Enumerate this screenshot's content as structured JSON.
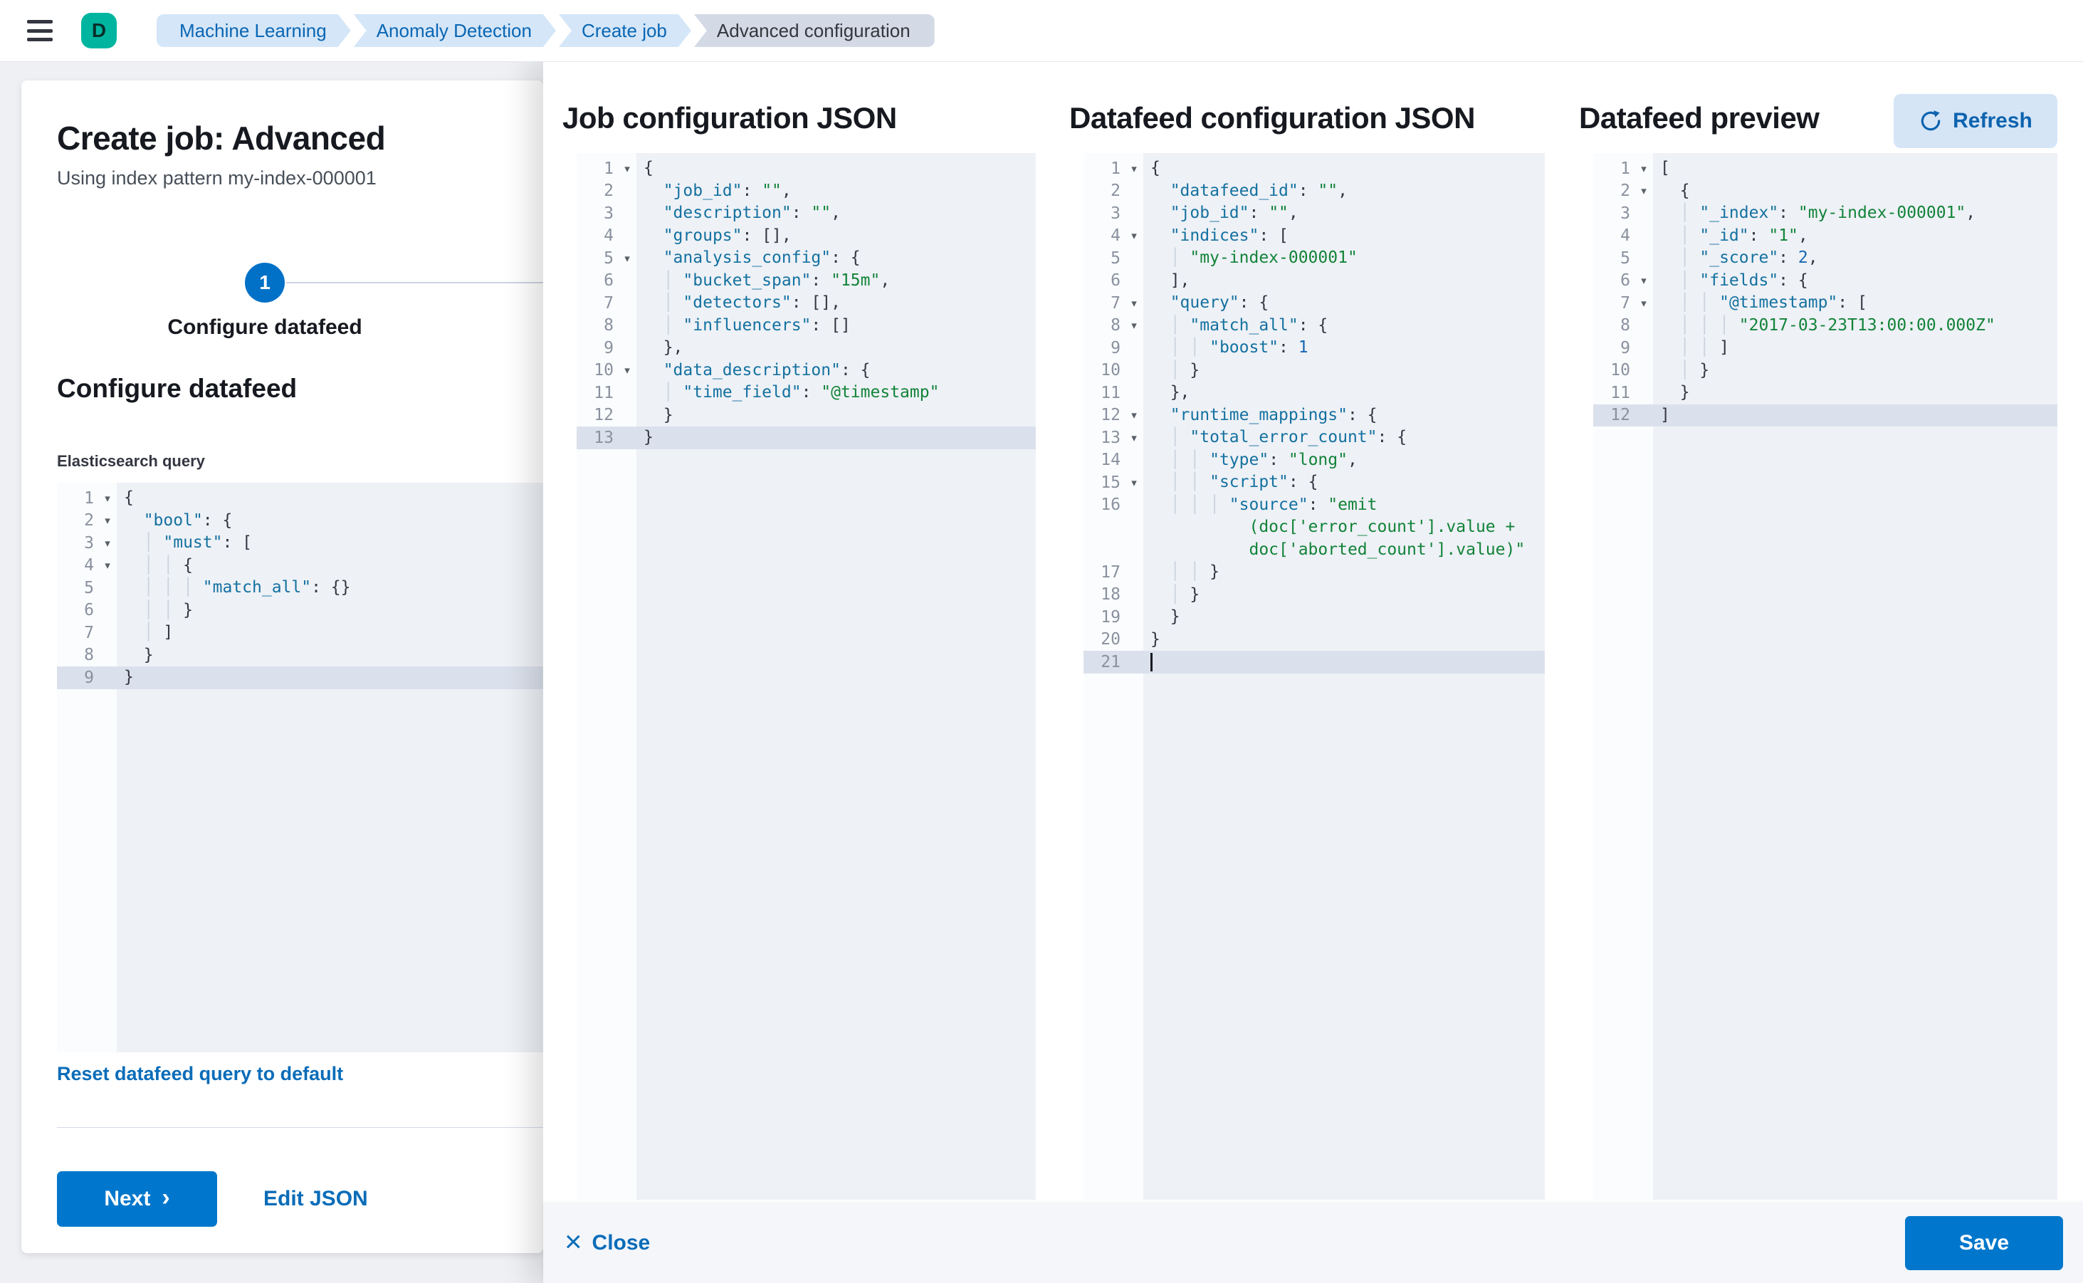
{
  "topbar": {
    "avatar": "D",
    "breadcrumbs": [
      {
        "label": "Machine Learning"
      },
      {
        "label": "Anomaly Detection"
      },
      {
        "label": "Create job"
      },
      {
        "label": "Advanced configuration"
      }
    ]
  },
  "left_panel": {
    "title": "Create job: Advanced",
    "subtitle": "Using index pattern my-index-000001",
    "step": {
      "number": "1",
      "label": "Configure datafeed"
    },
    "section_heading": "Configure datafeed",
    "query_label": "Elasticsearch query",
    "reset_link": "Reset datafeed query to default",
    "next_button": "Next",
    "next_chevron": "›",
    "edit_json_link": "Edit JSON"
  },
  "flyout": {
    "columns": [
      {
        "heading": "Job configuration JSON"
      },
      {
        "heading": "Datafeed configuration JSON"
      },
      {
        "heading": "Datafeed preview"
      }
    ],
    "refresh_button": "Refresh",
    "footer": {
      "close_label": "Close",
      "close_icon": "×",
      "save_label": "Save"
    }
  },
  "colors": {
    "primary": "#0077cc",
    "link": "#0a6cb8",
    "breadcrumb_bg": "#d4e6f8",
    "breadcrumb_last_bg": "#d3dae6",
    "avatar_bg": "#00b5a0",
    "editor_bg": "#eef1f6",
    "active_line": "#dbe1ec",
    "token_key": "#1471a0",
    "token_string": "#128339",
    "token_number": "#1467b3"
  },
  "editors": {
    "esQuery": [
      {
        "n": "1",
        "fold": true,
        "i": 0,
        "t": [
          [
            "p",
            "{"
          ]
        ]
      },
      {
        "n": "2",
        "fold": true,
        "i": 2,
        "t": [
          [
            "k",
            "\"bool\""
          ],
          [
            "p",
            ": {"
          ]
        ]
      },
      {
        "n": "3",
        "fold": true,
        "i": 4,
        "t": [
          [
            "k",
            "\"must\""
          ],
          [
            "p",
            ": ["
          ]
        ]
      },
      {
        "n": "4",
        "fold": true,
        "i": 6,
        "t": [
          [
            "p",
            "{"
          ]
        ]
      },
      {
        "n": "5",
        "i": 8,
        "t": [
          [
            "k",
            "\"match_all\""
          ],
          [
            "p",
            ": {}"
          ]
        ]
      },
      {
        "n": "6",
        "i": 6,
        "t": [
          [
            "p",
            "}"
          ]
        ]
      },
      {
        "n": "7",
        "i": 4,
        "t": [
          [
            "p",
            "]"
          ]
        ]
      },
      {
        "n": "8",
        "i": 2,
        "t": [
          [
            "p",
            "}"
          ]
        ]
      },
      {
        "n": "9",
        "i": 0,
        "active": true,
        "t": [
          [
            "p",
            "}"
          ]
        ]
      }
    ],
    "jobConfig": [
      {
        "n": "1",
        "fold": true,
        "i": 0,
        "t": [
          [
            "p",
            "{"
          ]
        ]
      },
      {
        "n": "2",
        "i": 2,
        "t": [
          [
            "k",
            "\"job_id\""
          ],
          [
            "p",
            ": "
          ],
          [
            "s",
            "\"\""
          ],
          [
            "p",
            ","
          ]
        ]
      },
      {
        "n": "3",
        "i": 2,
        "t": [
          [
            "k",
            "\"description\""
          ],
          [
            "p",
            ": "
          ],
          [
            "s",
            "\"\""
          ],
          [
            "p",
            ","
          ]
        ]
      },
      {
        "n": "4",
        "i": 2,
        "t": [
          [
            "k",
            "\"groups\""
          ],
          [
            "p",
            ": [],"
          ]
        ]
      },
      {
        "n": "5",
        "fold": true,
        "i": 2,
        "t": [
          [
            "k",
            "\"analysis_config\""
          ],
          [
            "p",
            ": {"
          ]
        ]
      },
      {
        "n": "6",
        "i": 4,
        "t": [
          [
            "k",
            "\"bucket_span\""
          ],
          [
            "p",
            ": "
          ],
          [
            "s",
            "\"15m\""
          ],
          [
            "p",
            ","
          ]
        ]
      },
      {
        "n": "7",
        "i": 4,
        "t": [
          [
            "k",
            "\"detectors\""
          ],
          [
            "p",
            ": [],"
          ]
        ]
      },
      {
        "n": "8",
        "i": 4,
        "t": [
          [
            "k",
            "\"influencers\""
          ],
          [
            "p",
            ": []"
          ]
        ]
      },
      {
        "n": "9",
        "i": 2,
        "t": [
          [
            "p",
            "},"
          ]
        ]
      },
      {
        "n": "10",
        "fold": true,
        "i": 2,
        "t": [
          [
            "k",
            "\"data_description\""
          ],
          [
            "p",
            ": {"
          ]
        ]
      },
      {
        "n": "11",
        "i": 4,
        "t": [
          [
            "k",
            "\"time_field\""
          ],
          [
            "p",
            ": "
          ],
          [
            "s",
            "\"@timestamp\""
          ]
        ]
      },
      {
        "n": "12",
        "i": 2,
        "t": [
          [
            "p",
            "}"
          ]
        ]
      },
      {
        "n": "13",
        "i": 0,
        "active": true,
        "t": [
          [
            "p",
            "}"
          ]
        ]
      }
    ],
    "datafeedConfig": [
      {
        "n": "1",
        "fold": true,
        "i": 0,
        "t": [
          [
            "p",
            "{"
          ]
        ]
      },
      {
        "n": "2",
        "i": 2,
        "t": [
          [
            "k",
            "\"datafeed_id\""
          ],
          [
            "p",
            ": "
          ],
          [
            "s",
            "\"\""
          ],
          [
            "p",
            ","
          ]
        ]
      },
      {
        "n": "3",
        "i": 2,
        "t": [
          [
            "k",
            "\"job_id\""
          ],
          [
            "p",
            ": "
          ],
          [
            "s",
            "\"\""
          ],
          [
            "p",
            ","
          ]
        ]
      },
      {
        "n": "4",
        "fold": true,
        "i": 2,
        "t": [
          [
            "k",
            "\"indices\""
          ],
          [
            "p",
            ": ["
          ]
        ]
      },
      {
        "n": "5",
        "i": 4,
        "t": [
          [
            "s",
            "\"my-index-000001\""
          ]
        ]
      },
      {
        "n": "6",
        "i": 2,
        "t": [
          [
            "p",
            "],"
          ]
        ]
      },
      {
        "n": "7",
        "fold": true,
        "i": 2,
        "t": [
          [
            "k",
            "\"query\""
          ],
          [
            "p",
            ": {"
          ]
        ]
      },
      {
        "n": "8",
        "fold": true,
        "i": 4,
        "t": [
          [
            "k",
            "\"match_all\""
          ],
          [
            "p",
            ": {"
          ]
        ]
      },
      {
        "n": "9",
        "i": 6,
        "t": [
          [
            "k",
            "\"boost\""
          ],
          [
            "p",
            ": "
          ],
          [
            "n",
            "1"
          ]
        ]
      },
      {
        "n": "10",
        "i": 4,
        "t": [
          [
            "p",
            "}"
          ]
        ]
      },
      {
        "n": "11",
        "i": 2,
        "t": [
          [
            "p",
            "},"
          ]
        ]
      },
      {
        "n": "12",
        "fold": true,
        "i": 2,
        "t": [
          [
            "k",
            "\"runtime_mappings\""
          ],
          [
            "p",
            ": {"
          ]
        ]
      },
      {
        "n": "13",
        "fold": true,
        "i": 4,
        "t": [
          [
            "k",
            "\"total_error_count\""
          ],
          [
            "p",
            ": {"
          ]
        ]
      },
      {
        "n": "14",
        "i": 6,
        "t": [
          [
            "k",
            "\"type\""
          ],
          [
            "p",
            ": "
          ],
          [
            "s",
            "\"long\""
          ],
          [
            "p",
            ","
          ]
        ]
      },
      {
        "n": "15",
        "fold": true,
        "i": 6,
        "t": [
          [
            "k",
            "\"script\""
          ],
          [
            "p",
            ": {"
          ]
        ]
      },
      {
        "n": "16",
        "i": 8,
        "t": [
          [
            "k",
            "\"source\""
          ],
          [
            "p",
            ": "
          ],
          [
            "s",
            "\"emit"
          ]
        ]
      },
      {
        "n": "",
        "i": 0,
        "t": [
          [
            "s",
            "          (doc['error_count'].value +"
          ]
        ]
      },
      {
        "n": "",
        "i": 0,
        "t": [
          [
            "s",
            "          doc['aborted_count'].value)\""
          ]
        ]
      },
      {
        "n": "17",
        "i": 6,
        "t": [
          [
            "p",
            "}"
          ]
        ]
      },
      {
        "n": "18",
        "i": 4,
        "t": [
          [
            "p",
            "}"
          ]
        ]
      },
      {
        "n": "19",
        "i": 2,
        "t": [
          [
            "p",
            "}"
          ]
        ]
      },
      {
        "n": "20",
        "i": 0,
        "t": [
          [
            "p",
            "}"
          ]
        ]
      },
      {
        "n": "21",
        "i": 0,
        "active": true,
        "cursor": true,
        "t": []
      }
    ],
    "preview": [
      {
        "n": "1",
        "fold": true,
        "i": 0,
        "t": [
          [
            "p",
            "["
          ]
        ]
      },
      {
        "n": "2",
        "fold": true,
        "i": 2,
        "t": [
          [
            "p",
            "{"
          ]
        ]
      },
      {
        "n": "3",
        "i": 4,
        "t": [
          [
            "k",
            "\"_index\""
          ],
          [
            "p",
            ": "
          ],
          [
            "s",
            "\"my-index-000001\""
          ],
          [
            "p",
            ","
          ]
        ]
      },
      {
        "n": "4",
        "i": 4,
        "t": [
          [
            "k",
            "\"_id\""
          ],
          [
            "p",
            ": "
          ],
          [
            "s",
            "\"1\""
          ],
          [
            "p",
            ","
          ]
        ]
      },
      {
        "n": "5",
        "i": 4,
        "t": [
          [
            "k",
            "\"_score\""
          ],
          [
            "p",
            ": "
          ],
          [
            "n",
            "2"
          ],
          [
            "p",
            ","
          ]
        ]
      },
      {
        "n": "6",
        "fold": true,
        "i": 4,
        "t": [
          [
            "k",
            "\"fields\""
          ],
          [
            "p",
            ": {"
          ]
        ]
      },
      {
        "n": "7",
        "fold": true,
        "i": 6,
        "t": [
          [
            "k",
            "\"@timestamp\""
          ],
          [
            "p",
            ": ["
          ]
        ]
      },
      {
        "n": "8",
        "i": 8,
        "t": [
          [
            "s",
            "\"2017-03-23T13:00:00.000Z\""
          ]
        ]
      },
      {
        "n": "9",
        "i": 6,
        "t": [
          [
            "p",
            "]"
          ]
        ]
      },
      {
        "n": "10",
        "i": 4,
        "t": [
          [
            "p",
            "}"
          ]
        ]
      },
      {
        "n": "11",
        "i": 2,
        "t": [
          [
            "p",
            "}"
          ]
        ]
      },
      {
        "n": "12",
        "i": 0,
        "active": true,
        "t": [
          [
            "p",
            "]"
          ]
        ]
      }
    ]
  }
}
